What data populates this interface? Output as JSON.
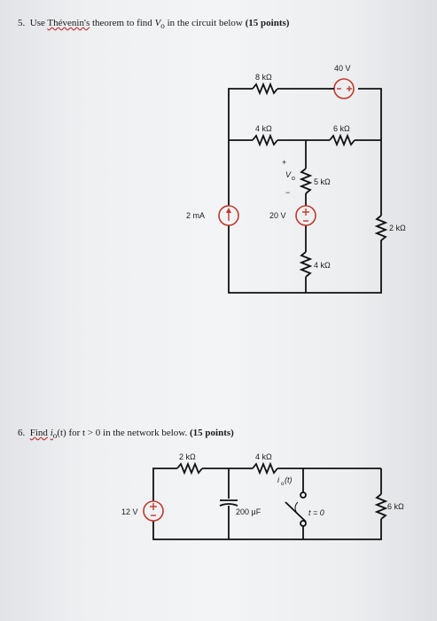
{
  "problem5": {
    "number": "5.",
    "text_before": "Use ",
    "theorem": "Thévenin's",
    "text_after": " theorem to find ",
    "variable": "V",
    "variable_sub": "o",
    "text_end": " in the circuit below",
    "points": "(15 points)",
    "circuit": {
      "r_8k": "8 kΩ",
      "r_4k_top": "4 kΩ",
      "v_40": "40 V",
      "r_6k": "6 kΩ",
      "r_5k": "5 kΩ",
      "vo_label": "V",
      "vo_sub": "o",
      "plus": "+",
      "minus": "−",
      "i_2ma": "2 mA",
      "v_20": "20 V",
      "r_2k": "2 kΩ",
      "r_4k_bottom": "4 kΩ"
    }
  },
  "problem6": {
    "number": "6.",
    "find": "Find",
    "current": "i",
    "current_sub": "o",
    "text": "(t) for t > 0 in the network below.",
    "points": "(15 points)",
    "circuit": {
      "r_2k": "2 kΩ",
      "r_4k": "4 kΩ",
      "v_12": "12 V",
      "cap": "200 μF",
      "io_label": "i",
      "io_sub": "o",
      "io_t": "(t)",
      "switch": "t = 0",
      "r_6k": "6 kΩ"
    }
  }
}
